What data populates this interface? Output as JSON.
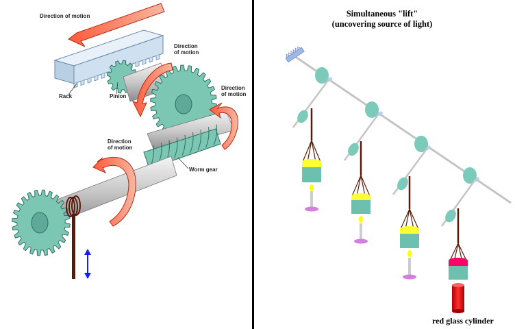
{
  "left_panel": {
    "labels": {
      "direction_top": "Direction of motion",
      "direction_gear_1": "Direction",
      "direction_gear_2": "of motion",
      "direction_worm_1": "Direction",
      "direction_worm_2": "of motion",
      "direction_shaft_1": "Direction",
      "direction_shaft_2": "of motion",
      "rack": "Rack",
      "pinion": "Pinion",
      "worm_gear": "Worm gear"
    }
  },
  "right_panel": {
    "title_line1": "Simultaneous \"lift\"",
    "title_line2": "(uncovering source of light)",
    "caption": "red glass cylinder"
  },
  "colors": {
    "gear": "#7cc6b4",
    "arrow": "#e0442a",
    "rack": "#cfe0f0",
    "cord": "#5a1a0a",
    "double_arrow": "#1a1aff",
    "cup": "#6dbfae",
    "yellow_fill": "#ffff33",
    "red_fill": "#ff0066",
    "red_cylinder": "#e81414",
    "base": "#d47fe0",
    "flame": "#ffff00",
    "divider": "#000000"
  }
}
